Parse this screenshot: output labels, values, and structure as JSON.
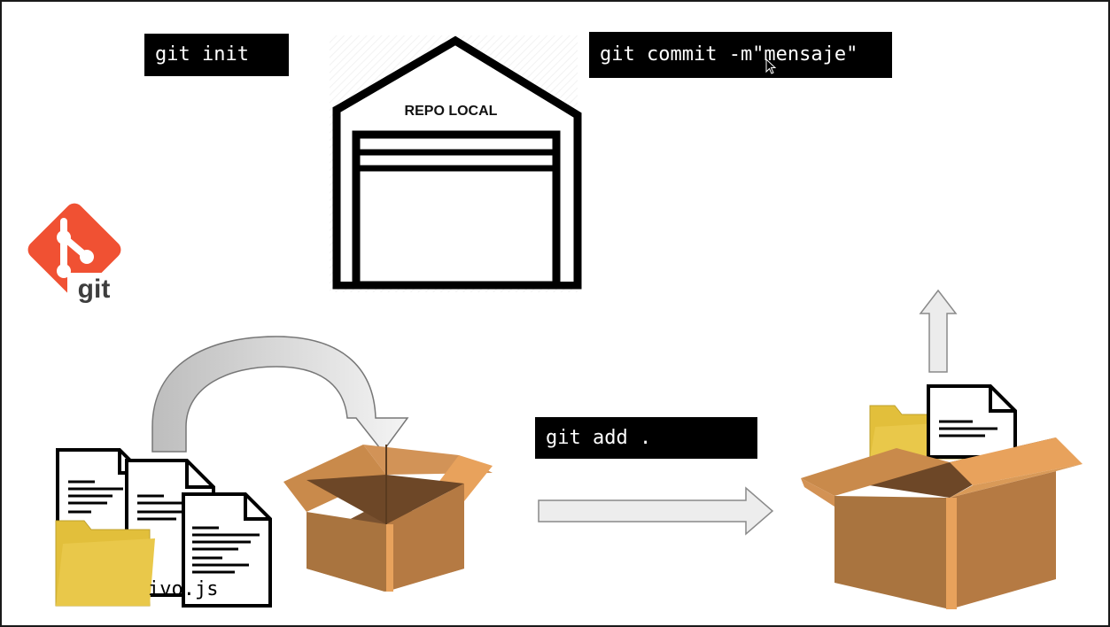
{
  "commands": {
    "init": "git init",
    "commit": "git commit -m\"mensaje\"",
    "add": "git add ."
  },
  "warehouse": {
    "label": "REPO LOCAL"
  },
  "logo": {
    "text": "git",
    "color": "#f05133"
  },
  "files": {
    "filename": "ivo.js"
  },
  "colors": {
    "box_front": "#a9743f",
    "box_side": "#c98a4b",
    "box_edge": "#e8a25c",
    "box_inside": "#7a5230",
    "folder": "#e2bf3b",
    "arrow_fill": "#e9e9e9",
    "arrow_stroke": "#8a8a8a"
  }
}
